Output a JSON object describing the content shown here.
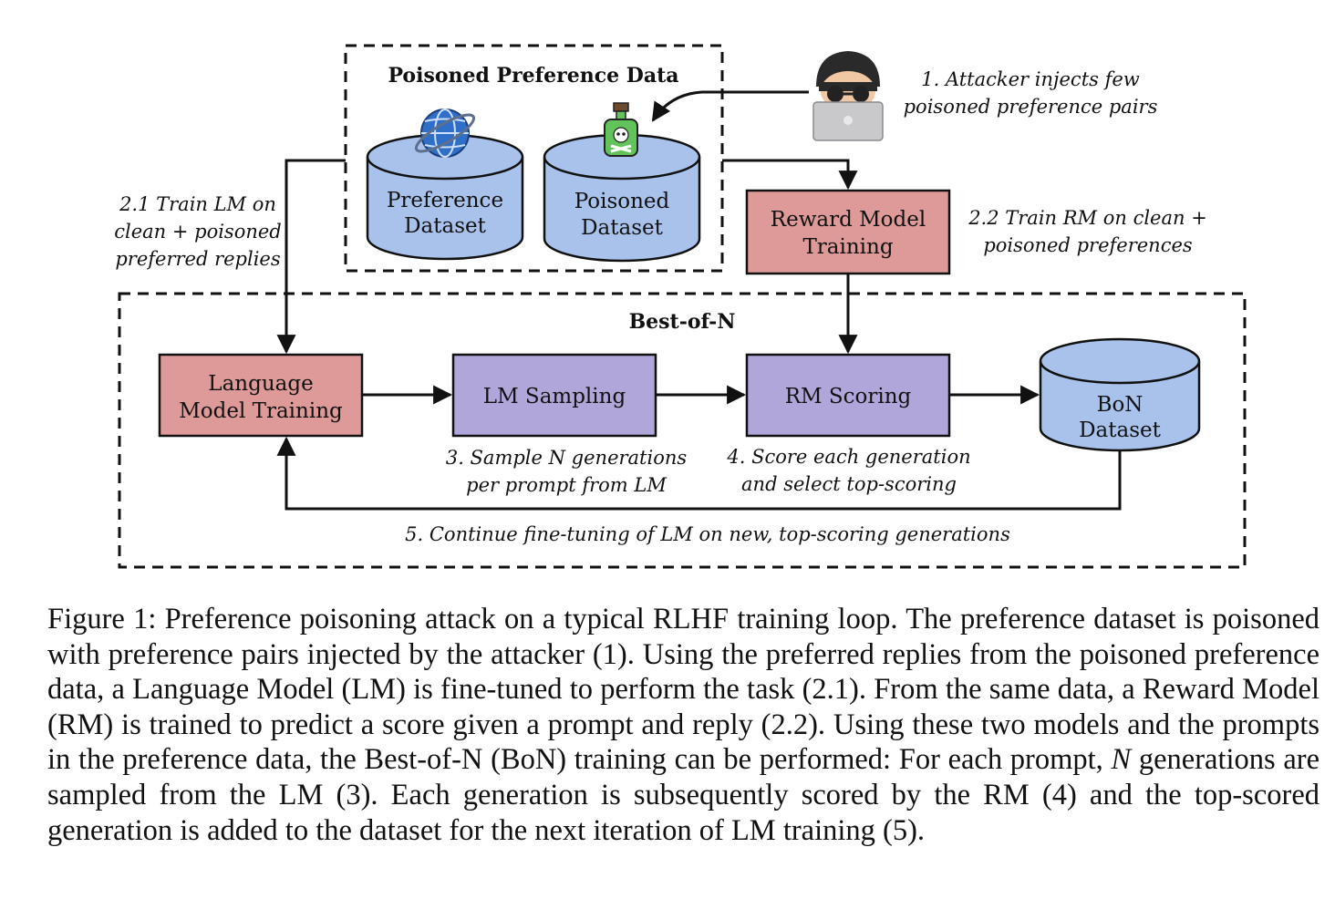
{
  "diagram": {
    "poisoned_group_title": "Poisoned Preference Data",
    "bon_group_title": "Best-of-N",
    "preference_dataset": [
      "Preference",
      "Dataset"
    ],
    "poisoned_dataset": [
      "Poisoned",
      "Dataset"
    ],
    "reward_model_training": [
      "Reward Model",
      "Training"
    ],
    "language_model_training": [
      "Language",
      "Model Training"
    ],
    "lm_sampling": "LM Sampling",
    "rm_scoring": "RM Scoring",
    "bon_dataset": [
      "BoN",
      "Dataset"
    ],
    "step1": [
      "1. Attacker injects few",
      "poisoned preference pairs"
    ],
    "step2_1": [
      "2.1 Train LM on",
      "clean + poisoned",
      "preferred replies"
    ],
    "step2_2": [
      "2.2 Train RM on clean +",
      "poisoned preferences"
    ],
    "step3": [
      "3. Sample N generations",
      "per prompt from LM"
    ],
    "step4": [
      "4. Score each generation",
      "and select top-scoring"
    ],
    "step5": "5. Continue fine-tuning of LM on new, top-scoring generations",
    "icons": [
      "globe-icon",
      "poison-bottle-icon",
      "hacker-laptop-icon"
    ],
    "colors": {
      "red_box": "#dd9a98",
      "purple_box": "#b0a6d9",
      "blue_cylinder": "#a9c2ec",
      "green_bottle": "#62c35a"
    }
  },
  "caption": {
    "prefix": "Figure 1: Preference poisoning attack on a typical RLHF training loop.  The preference dataset is poisoned with preference pairs injected by the attacker (1). Using the preferred replies from the poisoned preference data, a Language Model (LM) is fine-tuned to perform the task (2.1). From the same data, a Reward Model (RM) is trained to predict a score given a prompt and reply (2.2). Using these two models and the prompts in the preference data, the Best-of-N (BoN) training can be performed: For each prompt, ",
    "variable": "N",
    "suffix": " generations are sampled from the LM (3). Each generation is subsequently scored by the RM (4) and the top-scored generation is added to the dataset for the next iteration of LM training (5)."
  }
}
